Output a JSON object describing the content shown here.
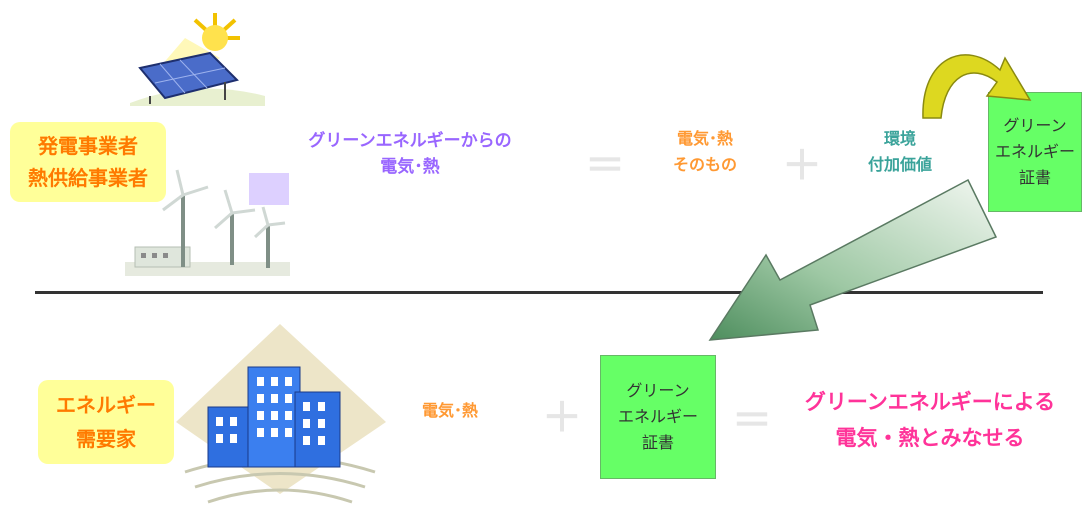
{
  "supplier": {
    "line1": "発電事業者",
    "line2": "熱供給事業者"
  },
  "source_text": {
    "line1": "グリーンエネルギーからの",
    "line2": "電気･熱"
  },
  "op_equals_top": "＝",
  "electricity_heat_itself": {
    "line1": "電気･熱",
    "line2": "そのもの"
  },
  "op_plus_top": "＋",
  "env_value": {
    "line1": "環境",
    "line2": "付加価値"
  },
  "certificate_top": {
    "line1": "グリーン",
    "line2": "エネルギー",
    "line3": "証書"
  },
  "consumer": {
    "line1": "エネルギー",
    "line2": "需要家"
  },
  "consumer_elec": "電気･熱",
  "op_plus_bottom": "＋",
  "certificate_bottom": {
    "line1": "グリーン",
    "line2": "エネルギー",
    "line3": "証書"
  },
  "op_equals_bottom": "＝",
  "result": {
    "line1": "グリーンエネルギーによる",
    "line2": "電気・熱とみなせる"
  },
  "colors": {
    "orange": "#ff7a00",
    "purple": "#9966ff",
    "teal": "#3aa39a",
    "magenta": "#ff3399",
    "cert_green": "#66ff66",
    "label_yellow": "#ffff99",
    "divider": "#333333"
  }
}
